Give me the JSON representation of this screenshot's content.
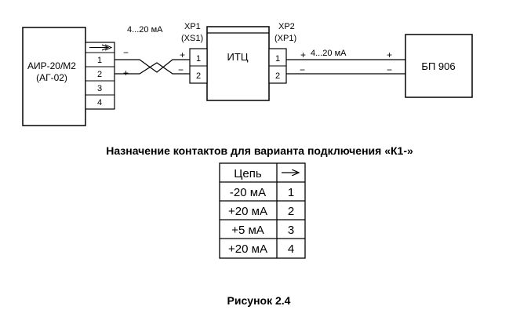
{
  "diagram": {
    "current_label": "4...20 мА",
    "current_label_right": "4...20 мА",
    "device": {
      "name_line1": "АИР-20/М2",
      "name_line2": "(АГ-02)",
      "terminals": [
        "1",
        "2",
        "3",
        "4"
      ]
    },
    "itc": {
      "name": "ИТЦ",
      "left_connector": "XP1",
      "left_connector_sub": "(XS1)",
      "right_connector": "XP2",
      "right_connector_sub": "(XP1)",
      "left_pins": [
        "1",
        "2"
      ],
      "right_pins": [
        "1",
        "2"
      ]
    },
    "power_supply": {
      "name": "БП 906"
    },
    "polarity": {
      "plus": "+",
      "minus": "−"
    }
  },
  "table": {
    "title": "Назначение контактов для варианта подключения «К1-»",
    "header": "Цепь",
    "rows": [
      {
        "circuit": "-20 мА",
        "pin": "1"
      },
      {
        "circuit": "+20 мА",
        "pin": "2"
      },
      {
        "circuit": "+5 мА",
        "pin": "3"
      },
      {
        "circuit": "+20 мА",
        "pin": "4"
      }
    ]
  },
  "figure_caption": "Рисунок 2.4"
}
